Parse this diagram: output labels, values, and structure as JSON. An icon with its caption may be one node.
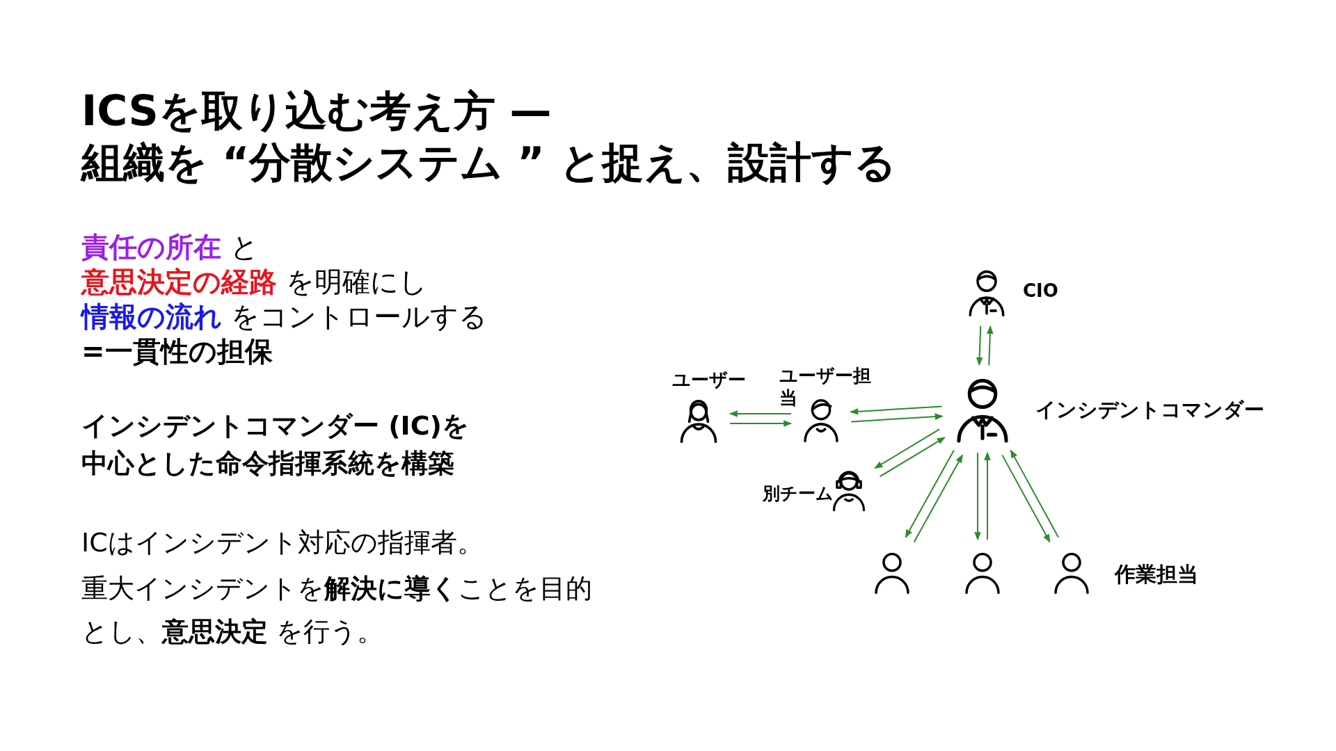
{
  "diagram": {
    "title": "ICSを取り込む考え方 — 組織を “分散システム ” と捉え、設計する",
    "nodes": [
      {
        "text": [],
        "shape": "person",
        "beside": [
          "CIO"
        ]
      },
      {
        "text": [],
        "shape": "person",
        "beside": [
          "ユーザー"
        ]
      },
      {
        "text": [],
        "shape": "person",
        "beside": [
          "ユーザー担当"
        ]
      },
      {
        "text": [],
        "shape": "person",
        "beside": [
          "インシデントコマンダー"
        ]
      },
      {
        "text": [],
        "shape": "person",
        "beside": [
          "別チーム"
        ]
      },
      {
        "text": [],
        "shape": "person"
      },
      {
        "text": [],
        "shape": "person"
      },
      {
        "text": [],
        "shape": "person",
        "beside": [
          "作業担当"
        ]
      }
    ],
    "edges": [
      {
        "from": 3,
        "to": 0,
        "arrow": "to"
      },
      {
        "from": 0,
        "to": 3,
        "arrow": "to"
      },
      {
        "from": 1,
        "to": 2,
        "arrow": "to"
      },
      {
        "from": 2,
        "to": 1,
        "arrow": "to"
      },
      {
        "from": 2,
        "to": 3,
        "arrow": "to"
      },
      {
        "from": 3,
        "to": 2,
        "arrow": "to"
      },
      {
        "from": 4,
        "to": 3,
        "arrow": "to"
      },
      {
        "from": 3,
        "to": 4,
        "arrow": "to"
      },
      {
        "from": 3,
        "to": 5,
        "arrow": "to"
      },
      {
        "from": 5,
        "to": 3,
        "arrow": "to"
      },
      {
        "from": 3,
        "to": 6,
        "arrow": "to"
      },
      {
        "from": 6,
        "to": 3,
        "arrow": "to"
      },
      {
        "from": 3,
        "to": 7,
        "arrow": "to"
      },
      {
        "from": 7,
        "to": 3,
        "arrow": "to"
      }
    ],
    "labels": [
      "**責任の所在** と",
      "**意思決定の経路** を明確にし",
      "**情報の流れ** をコントロールする",
      "=一貫性の担保",
      "インシデントコマンダー (IC)を中心とした命令指揮系統を構築",
      "ICはインシデント対応の指揮者。",
      "重大インシデントを**解決に導く**ことを目的とし、**意思決定** を行う。"
    ]
  }
}
